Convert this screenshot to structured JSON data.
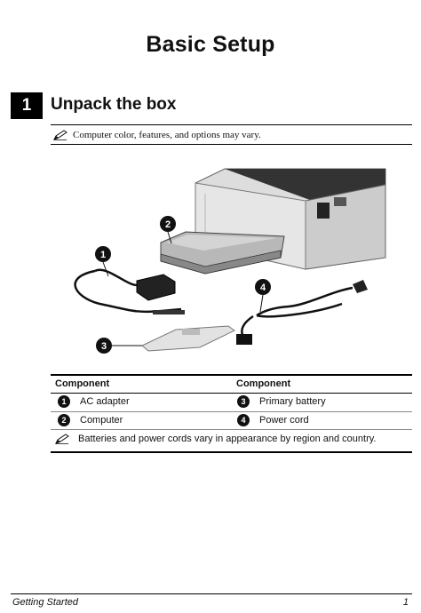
{
  "page": {
    "title": "Basic Setup"
  },
  "section": {
    "number": "1",
    "title": "Unpack the box",
    "note": "Computer color, features, and options may vary."
  },
  "callouts": [
    "1",
    "2",
    "3",
    "4"
  ],
  "table": {
    "headers": [
      "Component",
      "Component"
    ],
    "rows": [
      {
        "left_num": "1",
        "left_label": "AC adapter",
        "right_num": "3",
        "right_label": "Primary battery"
      },
      {
        "left_num": "2",
        "left_label": "Computer",
        "right_num": "4",
        "right_label": "Power cord"
      }
    ],
    "note": "Batteries and power cords vary in appearance by region and country."
  },
  "footer": {
    "left": "Getting Started",
    "right": "1"
  },
  "icons": {
    "note": "pencil-icon"
  }
}
